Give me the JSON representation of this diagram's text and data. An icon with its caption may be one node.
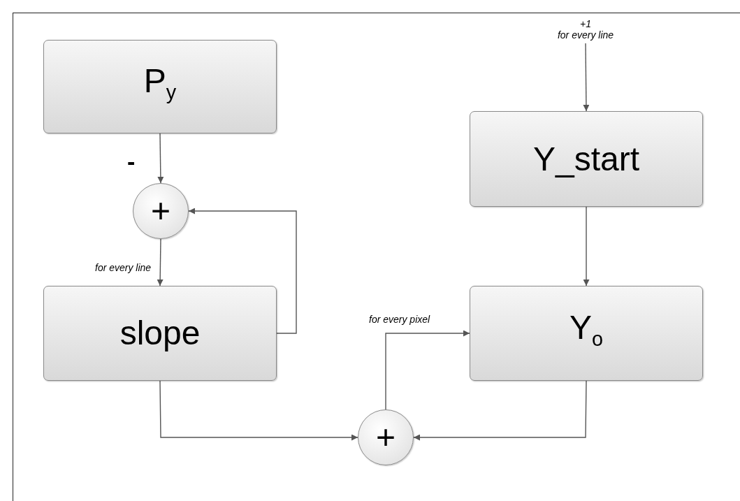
{
  "diagram": {
    "nodes": [
      {
        "text": [
          "P$_{y}$"
        ]
      },
      {
        "text": [
          "+"
        ]
      },
      {
        "text": [
          "slope"
        ]
      },
      {
        "text": [
          "Y_start"
        ]
      },
      {
        "text": [
          "Y$_{o}$"
        ]
      },
      {
        "text": [
          "+"
        ]
      },
      {
        "text": [
          "+1",
          "for every line"
        ]
      }
    ],
    "edges": [
      {
        "from": 0,
        "to": 1,
        "arrow": "to",
        "label": "-"
      },
      {
        "from": 1,
        "to": 2,
        "arrow": "to",
        "label": "for every line"
      },
      {
        "from": 2,
        "to": 1,
        "arrow": "to"
      },
      {
        "from": 2,
        "to": 5,
        "arrow": "to"
      },
      {
        "from": 4,
        "to": 5,
        "arrow": "to"
      },
      {
        "from": 5,
        "to": 4,
        "arrow": "to",
        "label": "for every pixel"
      },
      {
        "from": 6,
        "to": 3,
        "arrow": "to"
      },
      {
        "from": 3,
        "to": 4,
        "arrow": "to"
      }
    ]
  }
}
